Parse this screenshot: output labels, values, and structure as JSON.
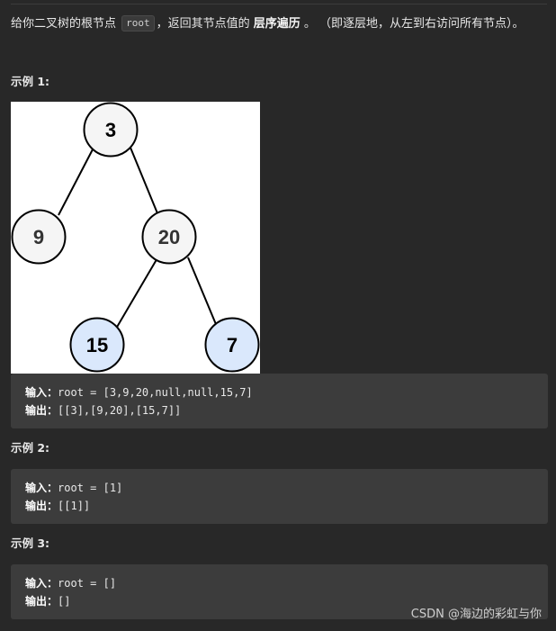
{
  "intro": {
    "part1": "给你二叉树的根节点 ",
    "code": "root",
    "part2": "，返回其节点值的 ",
    "bold": "层序遍历",
    "part3": " 。 （即逐层地，从左到右访问所有节点）。"
  },
  "examples": [
    {
      "title": "示例 1:",
      "input_label": "输入：",
      "input_value": "root = [3,9,20,null,null,15,7]",
      "output_label": "输出：",
      "output_value": "[[3],[9,20],[15,7]]"
    },
    {
      "title": "示例 2:",
      "input_label": "输入：",
      "input_value": "root = [1]",
      "output_label": "输出：",
      "output_value": "[[1]]"
    },
    {
      "title": "示例 3:",
      "input_label": "输入：",
      "input_value": "root = []",
      "output_label": "输出：",
      "output_value": "[]"
    }
  ],
  "tree": {
    "nodes": [
      {
        "id": "n3",
        "label": "3",
        "fill": "#f5f5f5"
      },
      {
        "id": "n9",
        "label": "9",
        "fill": "#f5f5f5"
      },
      {
        "id": "n20",
        "label": "20",
        "fill": "#f5f5f5"
      },
      {
        "id": "n15",
        "label": "15",
        "fill": "#dae8fc"
      },
      {
        "id": "n7",
        "label": "7",
        "fill": "#dae8fc"
      }
    ]
  },
  "watermark": "CSDN @海边的彩虹与你"
}
